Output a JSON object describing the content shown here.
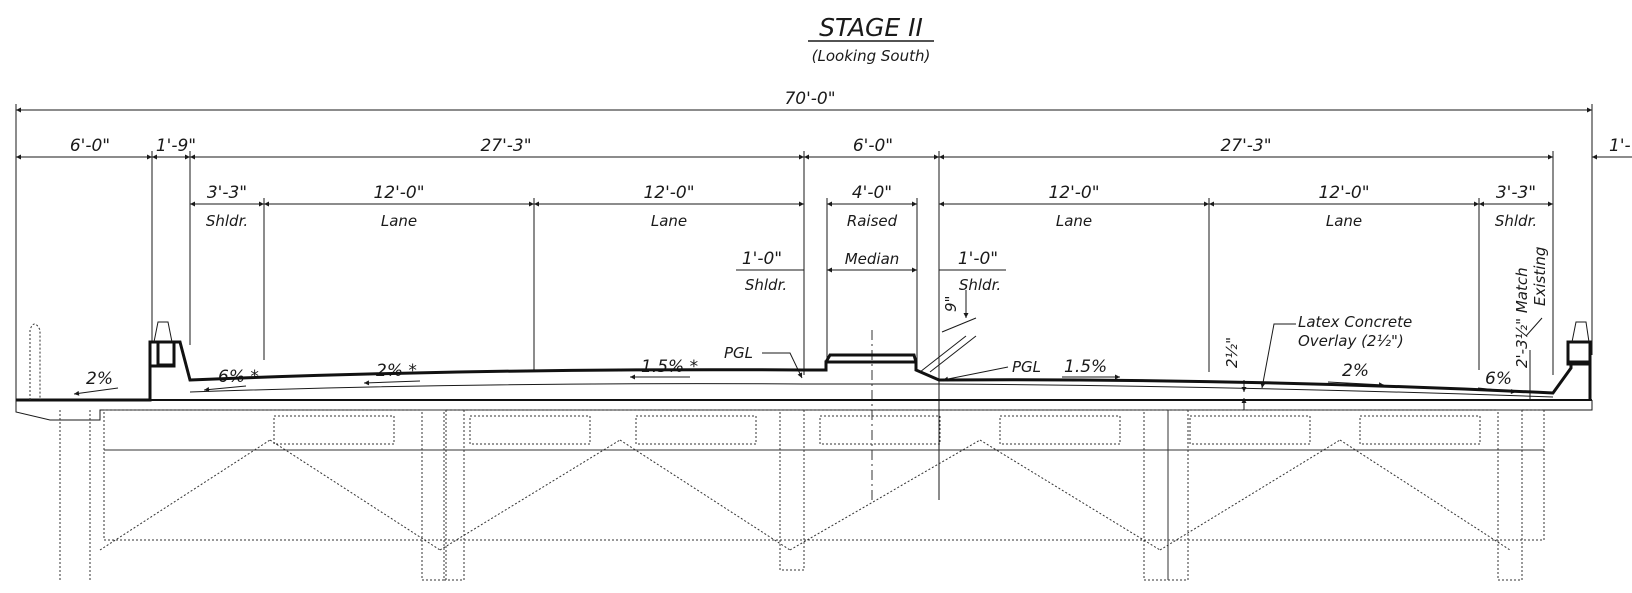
{
  "title": "STAGE II",
  "subtitle": "(Looking South)",
  "dimensions": {
    "overall": "70'-0\"",
    "left_sidewalk": "6'-0\"",
    "left_barrier": "1'-9\"",
    "left_roadway": "27'-3\"",
    "median_width": "6'-0\"",
    "right_roadway": "27'-3\"",
    "right_edge": "1'-",
    "left_shoulder": "3'-3\"",
    "lane_1": "12'-0\"",
    "lane_2": "12'-0\"",
    "raised_median": "4'-0\"",
    "lane_3": "12'-0\"",
    "lane_4": "12'-0\"",
    "right_shoulder": "3'-3\"",
    "inner_shoulder_left": "1'-0\"",
    "inner_shoulder_right": "1'-0\"",
    "median_height": "9\"",
    "overlay_thickness": "2½\""
  },
  "labels": {
    "shldr": "Shldr.",
    "lane": "Lane",
    "raised": "Raised",
    "median": "Median",
    "pgl": "PGL",
    "overlay_line1": "Latex Concrete",
    "overlay_line2": "Overlay (2½\")",
    "match": "2'-3½\" Match",
    "existing": "Existing"
  },
  "slopes": {
    "s1": "2%",
    "s2": "6% *",
    "s3": "2% *",
    "s4": "1.5% *",
    "s5": "1.5%",
    "s6": "2%",
    "s7": "6%"
  }
}
